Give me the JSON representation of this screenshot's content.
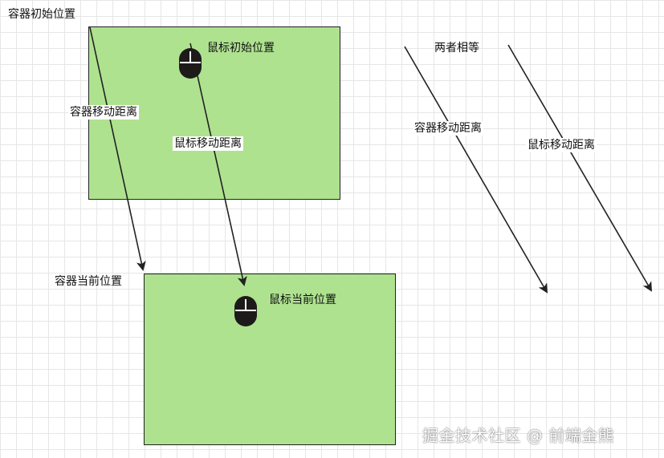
{
  "labels": {
    "container_initial": "容器初始位置",
    "mouse_initial": "鼠标初始位置",
    "container_move_distance": "容器移动距离",
    "mouse_move_distance": "鼠标移动距离",
    "equal_note": "两者相等",
    "container_current": "容器当前位置",
    "mouse_current": "鼠标当前位置",
    "right_container_move_distance": "容器移动距离",
    "right_mouse_move_distance": "鼠标移动距离"
  },
  "watermark": "掘金技术社区 @ 前端金熊",
  "icons": {
    "mouse": "mouse-icon"
  },
  "colors": {
    "container_fill": "#aee28f",
    "border": "#222222",
    "grid": "#e6e6e6"
  }
}
